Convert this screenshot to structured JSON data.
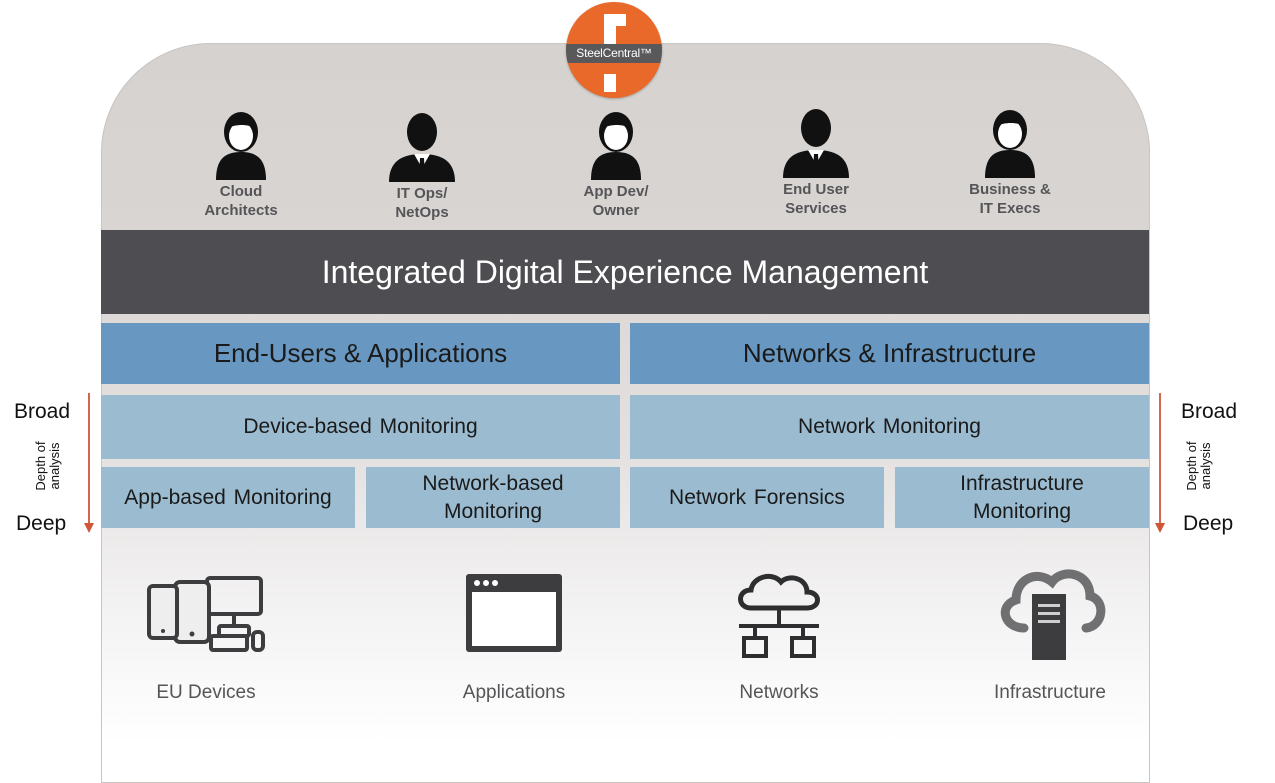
{
  "logo": {
    "brand": "SteelCentral™",
    "icon": "steelcentral-logo-icon"
  },
  "personas": [
    {
      "label_line1": "Cloud",
      "label_line2": "Architects",
      "icon": "person-icon"
    },
    {
      "label_line1": "IT Ops/",
      "label_line2": "NetOps",
      "icon": "businessman-icon"
    },
    {
      "label_line1": "App Dev/",
      "label_line2": "Owner",
      "icon": "person-icon"
    },
    {
      "label_line1": "End User",
      "label_line2": "Services",
      "icon": "businessman-icon"
    },
    {
      "label_line1": "Business &",
      "label_line2": "IT Execs",
      "icon": "person-icon"
    }
  ],
  "banner": "Integrated Digital Experience Management",
  "columns": {
    "left": {
      "header": "End-Users & Applications",
      "broad": "Device-based  Monitoring",
      "deep_a": "App-based  Monitoring",
      "deep_b_line1": "Network-based",
      "deep_b_line2": "Monitoring"
    },
    "right": {
      "header": "Networks & Infrastructure",
      "broad": "Network  Monitoring",
      "deep_a": "Network  Forensics",
      "deep_b_line1": "Infrastructure",
      "deep_b_line2": "Monitoring"
    }
  },
  "axis": {
    "top": "Broad",
    "bottom": "Deep",
    "caption_line1": "Depth of",
    "caption_line2": "analysis",
    "arrow_color": "#d0563a"
  },
  "resources": [
    {
      "label": "EU Devices",
      "icon": "devices-icon"
    },
    {
      "label": "Applications",
      "icon": "browser-window-icon"
    },
    {
      "label": "Networks",
      "icon": "cloud-network-icon"
    },
    {
      "label": "Infrastructure",
      "icon": "cloud-server-icon"
    }
  ],
  "colors": {
    "logo_orange": "#e8692a",
    "banner": "#4e4e52",
    "header_blue": "#6898c1",
    "box_blue": "#9bbcd0"
  }
}
